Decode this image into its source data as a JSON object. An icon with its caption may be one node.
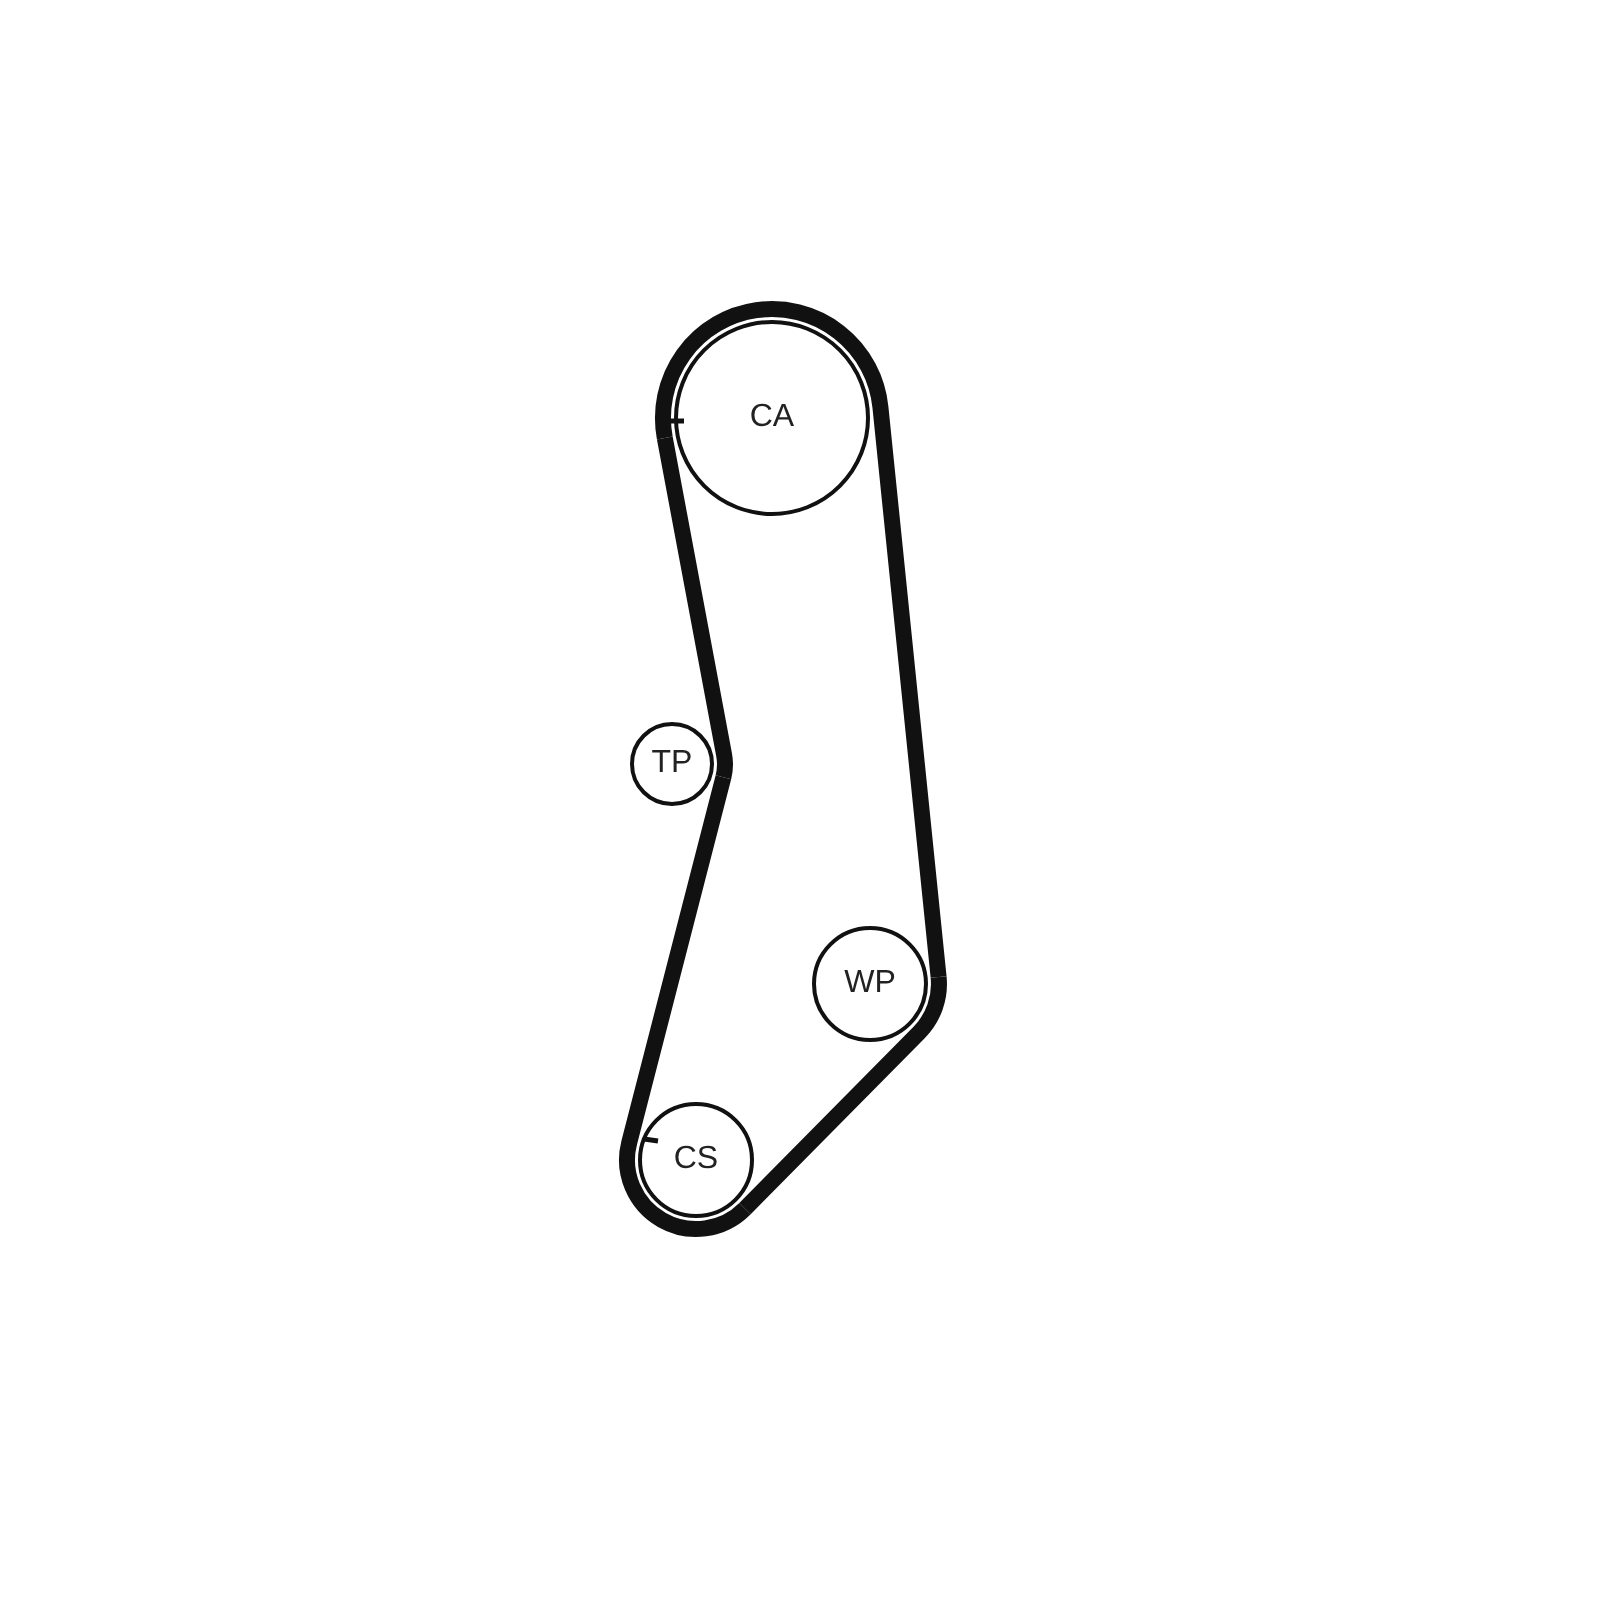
{
  "diagram": {
    "nodes": [
      {
        "text": [
          "CA"
        ]
      },
      {
        "text": [
          "TP"
        ]
      },
      {
        "text": [
          "WP"
        ]
      },
      {
        "text": [
          "CS"
        ]
      }
    ],
    "edges": [
      {
        "from": 0,
        "to": 1,
        "arrow": "none"
      },
      {
        "from": 1,
        "to": 3,
        "arrow": "none"
      },
      {
        "from": 3,
        "to": 2,
        "arrow": "none"
      },
      {
        "from": 2,
        "to": 0,
        "arrow": "none"
      }
    ]
  }
}
